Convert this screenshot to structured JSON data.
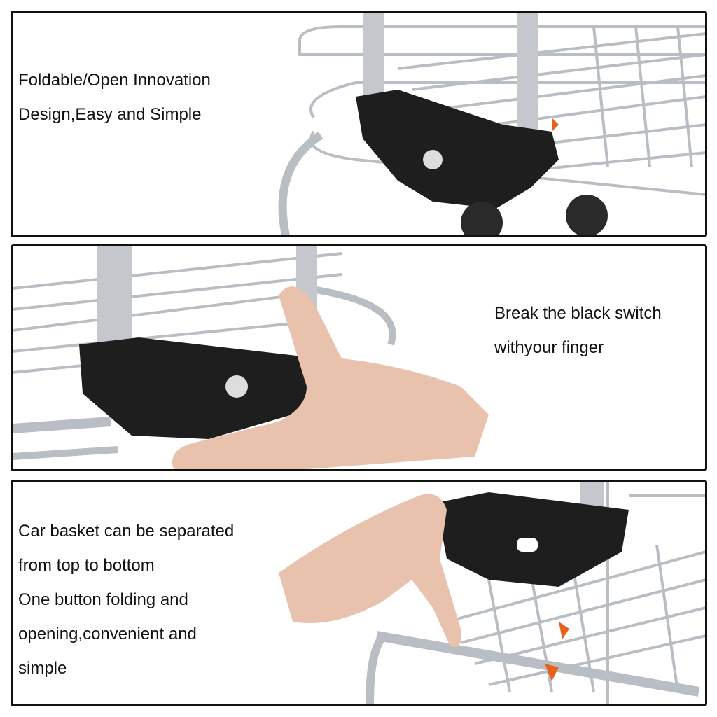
{
  "panels": [
    {
      "caption": [
        "Foldable/Open Innovation",
        "Design,Easy and Simple"
      ]
    },
    {
      "caption": [
        "Break the black switch",
        "withyour finger"
      ]
    },
    {
      "caption": [
        "Car basket can be separated",
        "from top to bottom",
        "One button folding and",
        "opening,convenient and",
        "simple"
      ]
    }
  ],
  "colors": {
    "border": "#111111",
    "metal": "#c8ccd0",
    "plastic": "#1e1e1e",
    "accent": "#e8601c",
    "skin": "#e9c2ad"
  }
}
